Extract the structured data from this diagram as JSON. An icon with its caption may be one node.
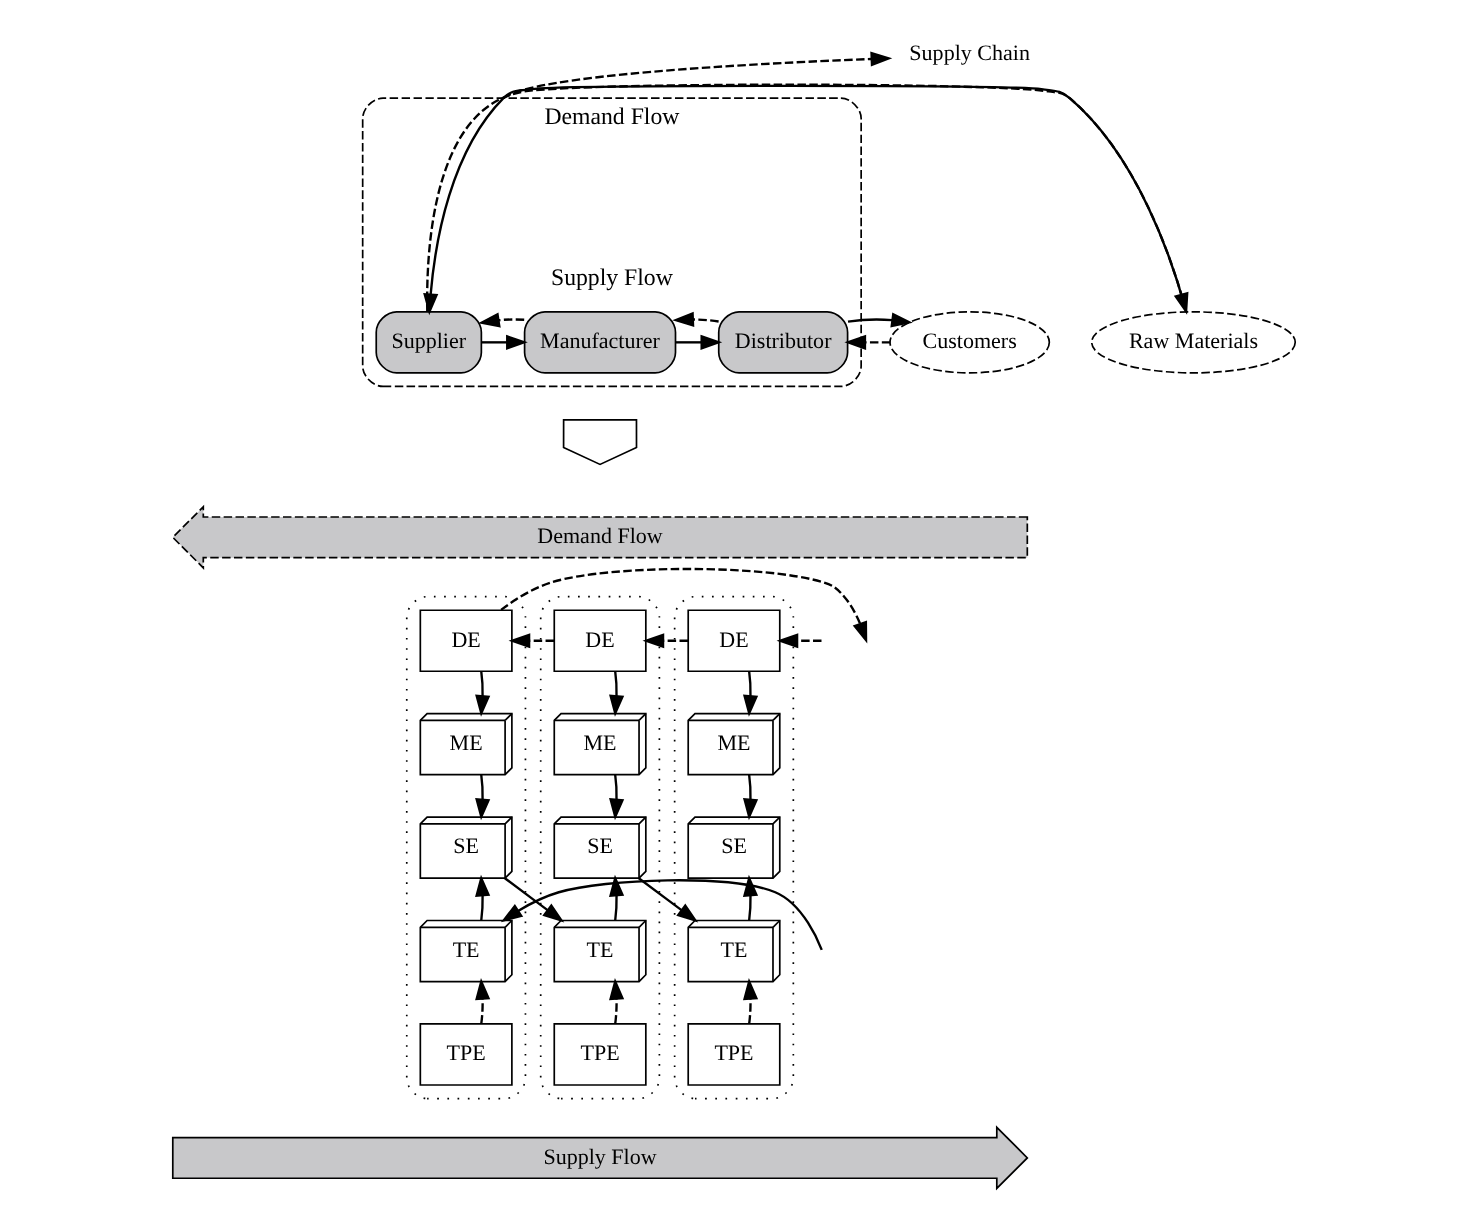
{
  "diagram": {
    "nodes": [
      {
        "text": [
          "Demand Flow",
          "Supply Flow"
        ]
      },
      {
        "text": [
          "Raw Materials"
        ]
      },
      {
        "text": [
          "Supplier"
        ],
        "in": 0
      },
      {
        "text": [
          "Manufacturer"
        ],
        "in": 0
      },
      {
        "text": [
          "Distributor"
        ],
        "in": 0
      },
      {
        "text": [
          "Customers"
        ]
      },
      {
        "text": [
          "Supply Chain"
        ]
      },
      {
        "text": [],
        "shape": "arrow"
      },
      {
        "text": [
          "Demand Flow"
        ]
      },
      {
        "text": [],
        "shape": "box"
      },
      {
        "text": [
          "DE"
        ],
        "in": 9
      },
      {
        "text": [
          "ME"
        ],
        "in": 9
      },
      {
        "text": [
          "SE"
        ],
        "in": 9
      },
      {
        "text": [
          "TE"
        ],
        "in": 9
      },
      {
        "text": [
          "TPE"
        ],
        "in": 9
      },
      {
        "text": [],
        "shape": "box"
      },
      {
        "text": [
          "DE"
        ],
        "in": 15
      },
      {
        "text": [
          "ME"
        ],
        "in": 15
      },
      {
        "text": [
          "SE"
        ],
        "in": 15
      },
      {
        "text": [
          "TE"
        ],
        "in": 15
      },
      {
        "text": [
          "TPE"
        ],
        "in": 15
      },
      {
        "text": [],
        "shape": "box"
      },
      {
        "text": [
          "DE"
        ],
        "in": 21
      },
      {
        "text": [
          "ME"
        ],
        "in": 21
      },
      {
        "text": [
          "SE"
        ],
        "in": 21
      },
      {
        "text": [
          "TE"
        ],
        "in": 21
      },
      {
        "text": [
          "TPE"
        ],
        "in": 21
      },
      {
        "text": [
          "Supply Flow"
        ]
      }
    ],
    "edges": [
      {
        "from": 1,
        "to": 2,
        "arrow": "to"
      },
      {
        "from": 2,
        "to": 3,
        "arrow": "to"
      },
      {
        "from": 3,
        "to": 4,
        "arrow": "to"
      },
      {
        "from": 4,
        "to": 5,
        "arrow": "to"
      },
      {
        "from": 5,
        "to": 4,
        "arrow": "to",
        "style": "dashed"
      },
      {
        "from": 4,
        "to": 3,
        "arrow": "to",
        "style": "dashed"
      },
      {
        "from": 3,
        "to": 2,
        "arrow": "to",
        "style": "dashed"
      },
      {
        "from": 2,
        "to": 1,
        "arrow": "to",
        "style": "dashed"
      },
      {
        "from": 0,
        "to": 6,
        "arrow": "to",
        "style": "dashed"
      },
      {
        "from": null,
        "to": 22,
        "arrow": "to",
        "style": "dashed"
      },
      {
        "from": 22,
        "to": 16,
        "arrow": "to",
        "style": "dashed"
      },
      {
        "from": 16,
        "to": 10,
        "arrow": "to",
        "style": "dashed"
      },
      {
        "from": 10,
        "to": null,
        "arrow": "to",
        "style": "dashed"
      },
      {
        "from": 10,
        "to": 11,
        "arrow": "to"
      },
      {
        "from": 11,
        "to": 12,
        "arrow": "to"
      },
      {
        "from": 13,
        "to": 12,
        "arrow": "to"
      },
      {
        "from": 14,
        "to": 13,
        "arrow": "to",
        "style": "dashed"
      },
      {
        "from": 16,
        "to": 17,
        "arrow": "to"
      },
      {
        "from": 17,
        "to": 18,
        "arrow": "to"
      },
      {
        "from": 19,
        "to": 18,
        "arrow": "to"
      },
      {
        "from": 20,
        "to": 19,
        "arrow": "to",
        "style": "dashed"
      },
      {
        "from": 22,
        "to": 23,
        "arrow": "to"
      },
      {
        "from": 23,
        "to": 24,
        "arrow": "to"
      },
      {
        "from": 25,
        "to": 24,
        "arrow": "to"
      },
      {
        "from": 26,
        "to": 25,
        "arrow": "to",
        "style": "dashed"
      },
      {
        "from": null,
        "to": 13,
        "arrow": "to"
      },
      {
        "from": 12,
        "to": 19,
        "arrow": "to"
      },
      {
        "from": 18,
        "to": 25,
        "arrow": "to"
      }
    ]
  }
}
